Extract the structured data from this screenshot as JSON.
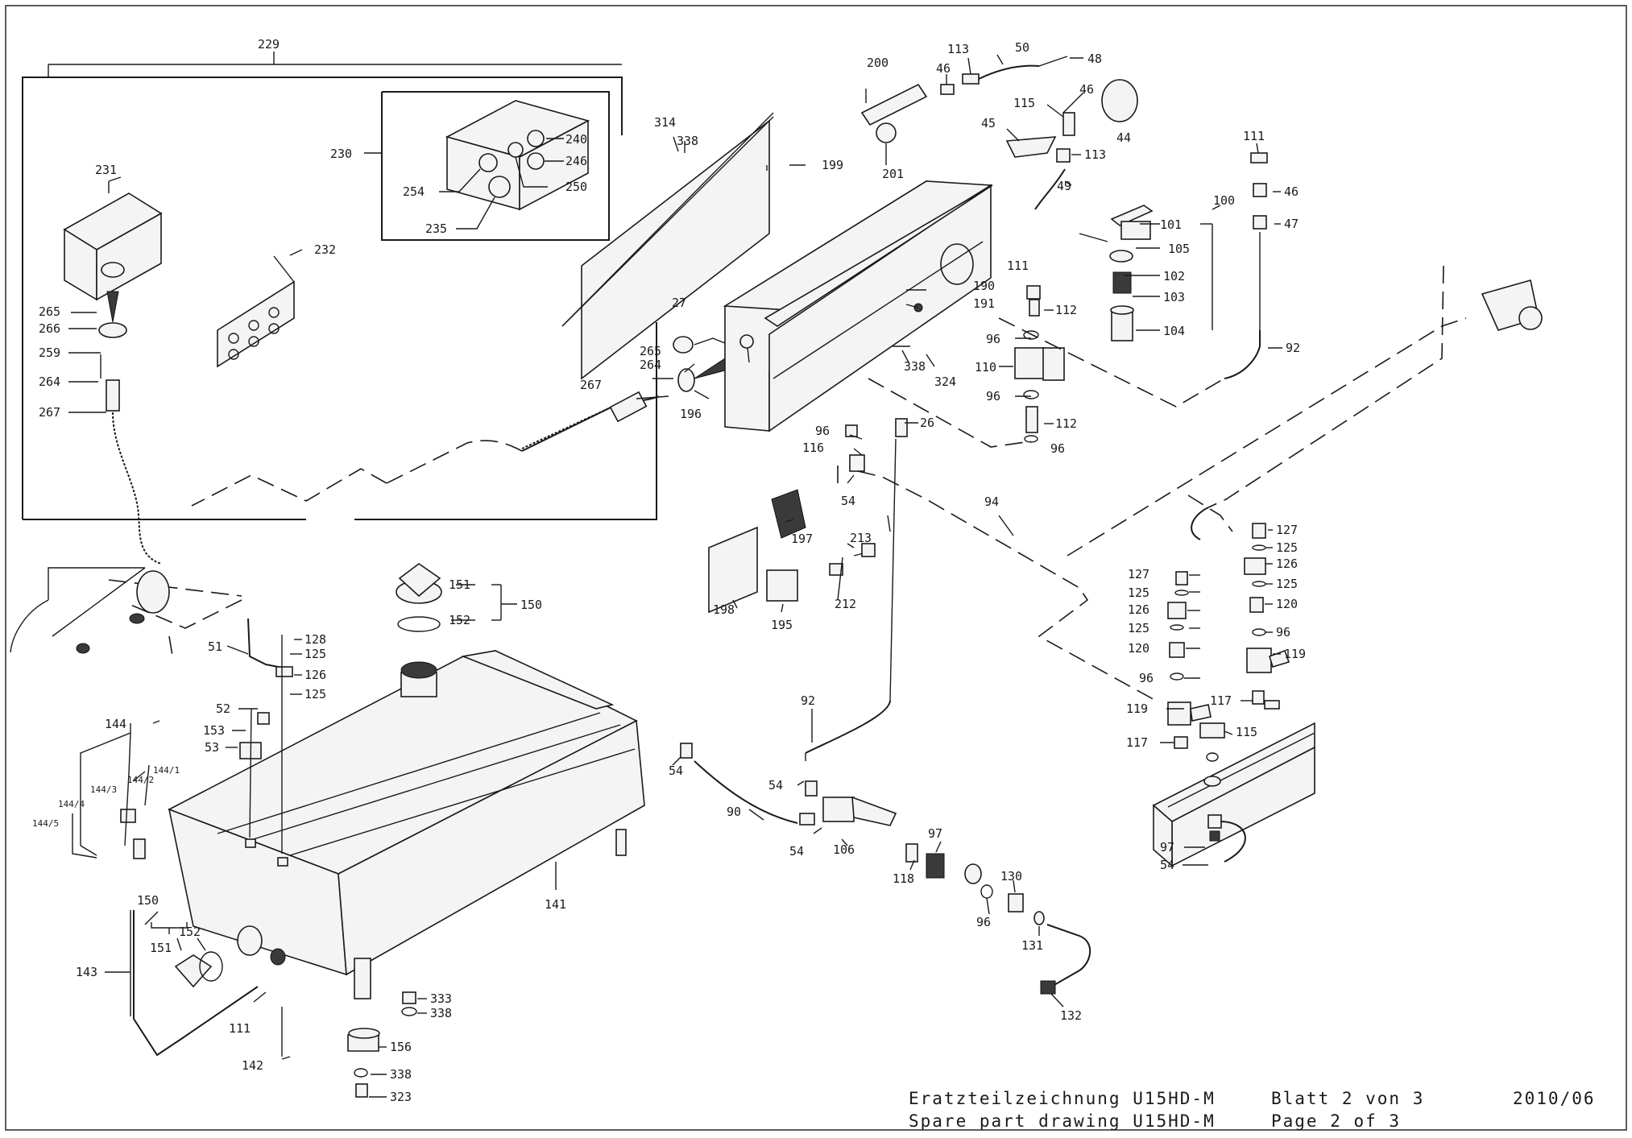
{
  "drawing": {
    "title_de": "Eratzteilzeichnung U15HD-M",
    "title_en": "Spare part drawing U15HD-M",
    "sheet_de": "Blatt 2 von 3",
    "sheet_en": "Page 2 of 3",
    "date": "2010/06"
  },
  "callouts": {
    "c229": "229",
    "c230": "230",
    "c231": "231",
    "c232": "232",
    "c240": "240",
    "c246": "246",
    "c250": "250",
    "c254": "254",
    "c235": "235",
    "c265a": "265",
    "c266": "266",
    "c259": "259",
    "c264a": "264",
    "c267a": "267",
    "c267b": "267",
    "c265b": "265",
    "c264b": "264",
    "c27": "27",
    "c196": "196",
    "c314": "314",
    "c338a": "338",
    "c199": "199",
    "c200": "200",
    "c201": "201",
    "c113a": "113",
    "c50": "50",
    "c48": "48",
    "c46a": "46",
    "c46b": "46",
    "c115a": "115",
    "c45": "45",
    "c44": "44",
    "c113b": "113",
    "c49": "49",
    "c190": "190",
    "c191": "191",
    "c338b": "338",
    "c324": "324",
    "c111a": "111",
    "c111b": "111",
    "c100": "100",
    "c101": "101",
    "c105": "105",
    "c102": "102",
    "c103": "103",
    "c104": "104",
    "c46c": "46",
    "c47": "47",
    "c92a": "92",
    "c112a": "112",
    "c96a": "96",
    "c110": "110",
    "c96b": "96",
    "c112b": "112",
    "c96c": "96",
    "c26": "26",
    "c96d": "96",
    "c116": "116",
    "c54a": "54",
    "c94": "94",
    "c197": "197",
    "c198": "198",
    "c195": "195",
    "c213": "213",
    "c212": "212",
    "c151a": "151",
    "c152a": "152",
    "c150a": "150",
    "c51": "51",
    "c128": "128",
    "c125a": "125",
    "c126a": "126",
    "c125b": "125",
    "c52": "52",
    "c153": "153",
    "c53": "53",
    "c144": "144",
    "c144_1": "144/1",
    "c144_2": "144/2",
    "c144_3": "144/3",
    "c144_4": "144/4",
    "c144_5": "144/5",
    "c150b": "150",
    "c152b": "152",
    "c151b": "151",
    "c143": "143",
    "c141": "141",
    "c111c": "111",
    "c142": "142",
    "c333": "333",
    "c338c": "338",
    "c156": "156",
    "c338d": "338",
    "c323": "323",
    "c92b": "92",
    "c54b": "54",
    "c54c": "54",
    "c90": "90",
    "c54d": "54",
    "c106": "106",
    "c118": "118",
    "c97a": "97",
    "c96e": "96",
    "c130": "130",
    "c131": "131",
    "c132": "132",
    "c127a": "127",
    "c125c": "125",
    "c126b": "126",
    "c125d": "125",
    "c120a": "120",
    "c96f": "96",
    "c119a": "119",
    "c127b": "127",
    "c125e": "125",
    "c126c": "126",
    "c125f": "125",
    "c120b": "120",
    "c96g": "96",
    "c119b": "119",
    "c117a": "117",
    "c115b": "115",
    "c117b": "117",
    "c97b": "97",
    "c54e": "54"
  }
}
